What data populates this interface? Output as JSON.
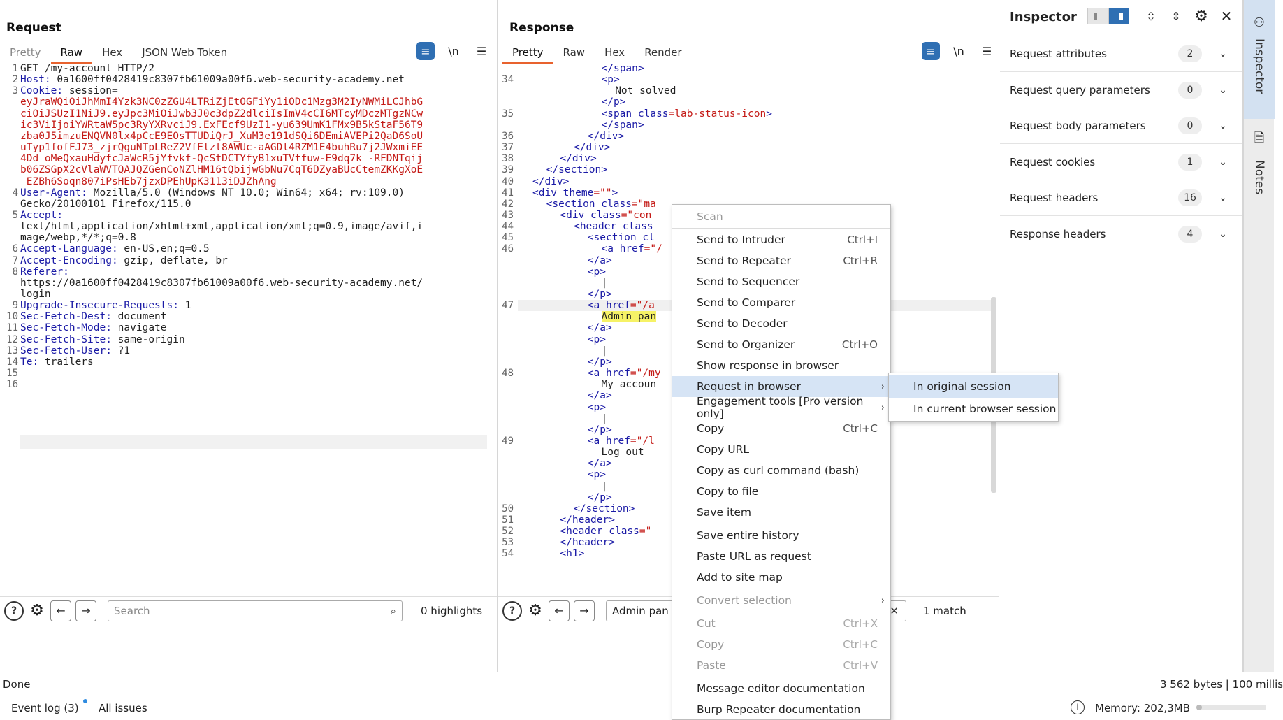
{
  "layout_toggle": {
    "icons": [
      "split-columns-icon",
      "split-rows-icon",
      "single-pane-icon"
    ]
  },
  "request": {
    "title": "Request",
    "tabs": [
      "Pretty",
      "Raw",
      "Hex",
      "JSON Web Token"
    ],
    "active_tab": "Raw",
    "line_numbers": [
      "1",
      "2",
      "3",
      "",
      "",
      "",
      "",
      "",
      "",
      "",
      "",
      "4",
      "",
      "5",
      "",
      "",
      "6",
      "7",
      "8",
      "",
      "",
      "9",
      "10",
      "11",
      "12",
      "13",
      "14",
      "15",
      "16"
    ],
    "lines": [
      {
        "k": "",
        "v": "GET /my-account HTTP/2"
      },
      {
        "k": "Host:",
        "v": " 0a1600ff0428419c8307fb61009a00f6.web-security-academy.net"
      },
      {
        "k": "Cookie:",
        "v": " session="
      },
      {
        "k": "",
        "v": "",
        "c": "eyJraWQiOiJhMmI4Yzk3NC0zZGU4LTRiZjEtOGFiYy1iODc1Mzg3M2IyNWMiLCJhbG"
      },
      {
        "k": "",
        "v": "",
        "c": "ciOiJSUzI1NiJ9.eyJpc3MiOiJwb3J0c3dpZ2dlciIsImV4cCI6MTcyMDczMTgzNCw"
      },
      {
        "k": "",
        "v": "",
        "c": "ic3ViIjoiYWRtaW5pc3RyYXRvciJ9.ExFEcf9UzI1-yu639UmK1FMx9B5kStaF56T9"
      },
      {
        "k": "",
        "v": "",
        "c": "zba0J5imzuENQVN0lx4pCcE9EOsTTUDiQrJ_XuM3e191dSQi6DEmiAVEPi2QaD6SoU"
      },
      {
        "k": "",
        "v": "",
        "c": "uTyp1fofFJ73_zjrQguNTpLReZ2VfElzt8AWUc-aAGDl4RZM1E4buhRu7j2JWxmiEE"
      },
      {
        "k": "",
        "v": "",
        "c": "4Dd_oMeQxauHdyfcJaWcR5jYfvkf-QcStDCTYfyB1xuTVtfuw-E9dq7k_-RFDNTqij"
      },
      {
        "k": "",
        "v": "",
        "c": "b06ZSGpX2cVlaWVTQAJQZGenCoNZlHM16tQbijwGbNu7CqT6DZyaBUcCtemZKKgXoE"
      },
      {
        "k": "",
        "v": "",
        "c": "_EZBh6Soqn807iPsHEb7jzxDPEhUpK3113iDJZhAng"
      },
      {
        "k": "User-Agent:",
        "v": " Mozilla/5.0 (Windows NT 10.0; Win64; x64; rv:109.0)"
      },
      {
        "k": "",
        "v": "Gecko/20100101 Firefox/115.0"
      },
      {
        "k": "Accept:",
        "v": ""
      },
      {
        "k": "",
        "v": "text/html,application/xhtml+xml,application/xml;q=0.9,image/avif,i"
      },
      {
        "k": "",
        "v": "mage/webp,*/*;q=0.8"
      },
      {
        "k": "Accept-Language:",
        "v": " en-US,en;q=0.5"
      },
      {
        "k": "Accept-Encoding:",
        "v": " gzip, deflate, br"
      },
      {
        "k": "Referer:",
        "v": ""
      },
      {
        "k": "",
        "v": "https://0a1600ff0428419c8307fb61009a00f6.web-security-academy.net/"
      },
      {
        "k": "",
        "v": "login"
      },
      {
        "k": "Upgrade-Insecure-Requests:",
        "v": " 1"
      },
      {
        "k": "Sec-Fetch-Dest:",
        "v": " document"
      },
      {
        "k": "Sec-Fetch-Mode:",
        "v": " navigate"
      },
      {
        "k": "Sec-Fetch-Site:",
        "v": " same-origin"
      },
      {
        "k": "Sec-Fetch-User:",
        "v": " ?1"
      },
      {
        "k": "Te:",
        "v": " trailers"
      },
      {
        "k": "",
        "v": ""
      },
      {
        "k": "",
        "v": ""
      }
    ],
    "search_placeholder": "Search",
    "highlights": "0 highlights"
  },
  "response": {
    "title": "Response",
    "tabs": [
      "Pretty",
      "Raw",
      "Hex",
      "Render"
    ],
    "active_tab": "Pretty",
    "line_numbers": [
      "",
      "34",
      "",
      "",
      "35",
      "",
      "36",
      "37",
      "38",
      "39",
      "40",
      "41",
      "42",
      "43",
      "44",
      "45",
      "46",
      "",
      "",
      "",
      "",
      "47",
      "",
      "",
      "",
      "",
      "",
      "48",
      "",
      "",
      "",
      "",
      "",
      "49",
      "",
      "",
      "",
      "",
      "",
      "50",
      "51",
      "52",
      "53",
      "54"
    ],
    "lines": [
      {
        "i": 5,
        "t": "</span>"
      },
      {
        "i": 5,
        "t": "<p>"
      },
      {
        "i": 6,
        "x": "Not solved"
      },
      {
        "i": 5,
        "t": "</p>"
      },
      {
        "i": 5,
        "t": "<span ",
        "a": "class",
        "v": "=lab-status-icon",
        "e": ">"
      },
      {
        "i": 5,
        "t": "</span>"
      },
      {
        "i": 4,
        "t": "</div>"
      },
      {
        "i": 3,
        "t": "</div>"
      },
      {
        "i": 2,
        "t": "</div>"
      },
      {
        "i": 1,
        "t": "</section>"
      },
      {
        "i": 0,
        "t": "</div>"
      },
      {
        "i": 0,
        "t": "<div ",
        "a": "theme",
        "v": "=\"\"",
        "e": ">"
      },
      {
        "i": 1,
        "t": "<section ",
        "a": "class",
        "v": "=\"ma"
      },
      {
        "i": 2,
        "t": "<div ",
        "a": "class",
        "v": "=\"con"
      },
      {
        "i": 3,
        "t": "<header ",
        "a": "class"
      },
      {
        "i": 4,
        "t": "<section ",
        "a": "cl"
      },
      {
        "i": 5,
        "t": "<a ",
        "a": "href",
        "v": "=\"/"
      },
      {
        "i": 4,
        "t": "</a>"
      },
      {
        "i": 4,
        "t": "<p>"
      },
      {
        "i": 5,
        "x": "|"
      },
      {
        "i": 4,
        "t": "</p>"
      },
      {
        "i": 4,
        "t": "<a ",
        "a": "href",
        "v": "=\"/a"
      },
      {
        "i": 5,
        "h": "Admin pan"
      },
      {
        "i": 4,
        "t": "</a>"
      },
      {
        "i": 4,
        "t": "<p>"
      },
      {
        "i": 5,
        "x": "|"
      },
      {
        "i": 4,
        "t": "</p>"
      },
      {
        "i": 4,
        "t": "<a ",
        "a": "href",
        "v": "=\"/my"
      },
      {
        "i": 5,
        "x": "My accoun"
      },
      {
        "i": 4,
        "t": "</a>"
      },
      {
        "i": 4,
        "t": "<p>"
      },
      {
        "i": 5,
        "x": "|"
      },
      {
        "i": 4,
        "t": "</p>"
      },
      {
        "i": 4,
        "t": "<a ",
        "a": "href",
        "v": "=\"/l"
      },
      {
        "i": 5,
        "x": "Log out"
      },
      {
        "i": 4,
        "t": "</a>"
      },
      {
        "i": 4,
        "t": "<p>"
      },
      {
        "i": 5,
        "x": "|"
      },
      {
        "i": 4,
        "t": "</p>"
      },
      {
        "i": 3,
        "t": "</section>"
      },
      {
        "i": 2,
        "t": "</header>"
      },
      {
        "i": 2,
        "t": "<header ",
        "a": "class",
        "v": "=\""
      },
      {
        "i": 2,
        "t": "</header>"
      },
      {
        "i": 2,
        "t": "<h1>"
      }
    ],
    "search_value": "Admin pan",
    "matches": "1 match"
  },
  "inspector": {
    "title": "Inspector",
    "rows": [
      {
        "label": "Request attributes",
        "count": "2"
      },
      {
        "label": "Request query parameters",
        "count": "0"
      },
      {
        "label": "Request body parameters",
        "count": "0"
      },
      {
        "label": "Request cookies",
        "count": "1"
      },
      {
        "label": "Request headers",
        "count": "16"
      },
      {
        "label": "Response headers",
        "count": "4"
      }
    ]
  },
  "side_tabs": {
    "inspector": "Inspector",
    "notes": "Notes"
  },
  "context_menu": {
    "items": [
      {
        "label": "Scan",
        "shortcut": "",
        "disabled": true
      },
      {
        "sep": true
      },
      {
        "label": "Send to Intruder",
        "shortcut": "Ctrl+I"
      },
      {
        "label": "Send to Repeater",
        "shortcut": "Ctrl+R"
      },
      {
        "label": "Send to Sequencer",
        "shortcut": ""
      },
      {
        "label": "Send to Comparer",
        "shortcut": ""
      },
      {
        "label": "Send to Decoder",
        "shortcut": ""
      },
      {
        "label": "Send to Organizer",
        "shortcut": "Ctrl+O"
      },
      {
        "label": "Show response in browser",
        "shortcut": ""
      },
      {
        "label": "Request in browser",
        "shortcut": "",
        "submenu": true,
        "selected": true
      },
      {
        "label": "Engagement tools [Pro version only]",
        "shortcut": "",
        "submenu": true
      },
      {
        "label": "Copy",
        "shortcut": "Ctrl+C"
      },
      {
        "label": "Copy URL",
        "shortcut": ""
      },
      {
        "label": "Copy as curl command (bash)",
        "shortcut": ""
      },
      {
        "label": "Copy to file",
        "shortcut": ""
      },
      {
        "label": "Save item",
        "shortcut": ""
      },
      {
        "sep": true
      },
      {
        "label": "Save entire history",
        "shortcut": ""
      },
      {
        "label": "Paste URL as request",
        "shortcut": ""
      },
      {
        "label": "Add to site map",
        "shortcut": ""
      },
      {
        "sep": true
      },
      {
        "label": "Convert selection",
        "shortcut": "",
        "disabled": true,
        "submenu": true
      },
      {
        "sep": true
      },
      {
        "label": "Cut",
        "shortcut": "Ctrl+X",
        "disabled": true
      },
      {
        "label": "Copy",
        "shortcut": "Ctrl+C",
        "disabled": true
      },
      {
        "label": "Paste",
        "shortcut": "Ctrl+V",
        "disabled": true
      },
      {
        "sep": true
      },
      {
        "label": "Message editor documentation",
        "shortcut": ""
      },
      {
        "label": "Burp Repeater documentation",
        "shortcut": ""
      }
    ]
  },
  "submenu": {
    "items": [
      "In original session",
      "In current browser session"
    ]
  },
  "status": {
    "left": "Done",
    "right": "3 562 bytes | 100 millis"
  },
  "footer": {
    "event_log": "Event log (3)",
    "all_issues": "All issues",
    "memory": "Memory: 202,3MB"
  }
}
